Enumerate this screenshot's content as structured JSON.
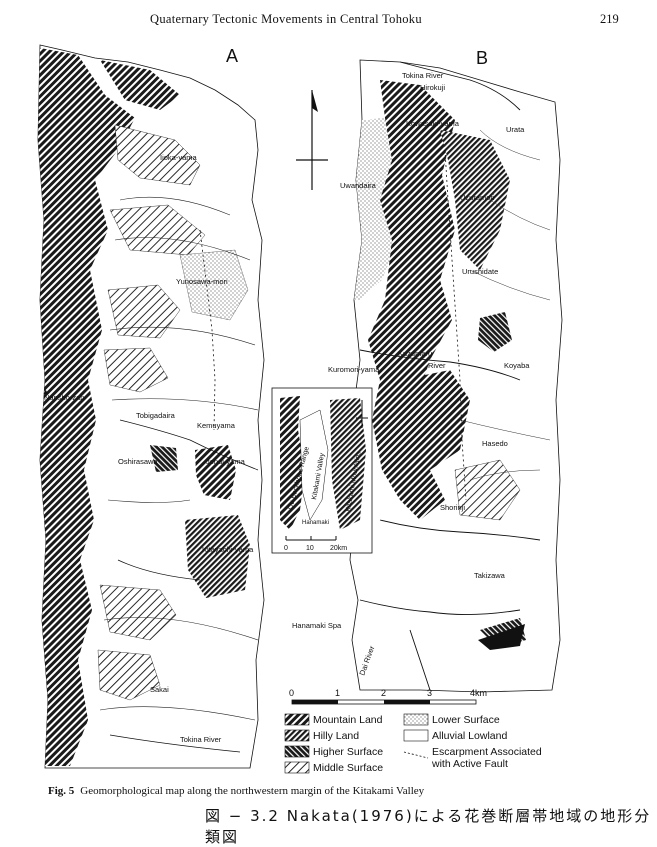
{
  "header": {
    "title": "Quaternary Tectonic Movements in Central Tohoku",
    "page_number": "219"
  },
  "panels": {
    "a": "A",
    "b": "B"
  },
  "place_labels": {
    "a": {
      "iioka": "Iioka-yama",
      "yunosawa": "Yunosawa-mori",
      "nansho": "Nansho-zan",
      "tobigadaira": "Tobigadaira",
      "kemuyama": "Kemuyama",
      "oshirasawa": "Oshirasawa",
      "jonai": "Jonai-yama",
      "kitayachi": "Kitayachi-yama",
      "sakai": "Sakai",
      "tokina": "Tokina River"
    },
    "b": {
      "tokina": "Tokina River",
      "hirokuji": "Hirokuji",
      "kowasaki": "Kowasaki-yama",
      "urata": "Urata",
      "uwandaira": "Uwandaira",
      "uzuramori": "Uzuramori",
      "urushidate": "Urushidate",
      "kuzumaru": "Kuzumaru",
      "river": "River",
      "kuromori": "Kuromori-yama",
      "koyaba": "Koyaba",
      "hasedo": "Hasedo",
      "shorinji": "Shorinji",
      "takizawa": "Takizawa",
      "hanamaki": "Hanamaki Spa",
      "dai": "Dai River"
    },
    "inset": {
      "backbone": "Ou Backbone Range",
      "valley": "Kitakami Valley",
      "mountains": "Kitakami Mountains",
      "hanamaki": "Hanamaki"
    }
  },
  "scale_bars": {
    "main": {
      "ticks": [
        "0",
        "1",
        "2",
        "3",
        "4km"
      ]
    },
    "inset": {
      "ticks": [
        "0",
        "10",
        "20km"
      ]
    }
  },
  "legend": {
    "mountain": "Mountain Land",
    "hilly": "Hilly Land",
    "higher": "Higher Surface",
    "middle": "Middle Surface",
    "lower": "Lower Surface",
    "alluvial": "Alluvial Lowland",
    "escarpment_1": "Escarpment Associated",
    "escarpment_2": "with Active Fault"
  },
  "caption": {
    "label": "Fig. 5",
    "text": "Geomorphological map along the northwestern margin of the Kitakami Valley"
  },
  "jp_caption": "図 − 3.2 Nakata(1976)による花巻断層帯地域の地形分類図"
}
